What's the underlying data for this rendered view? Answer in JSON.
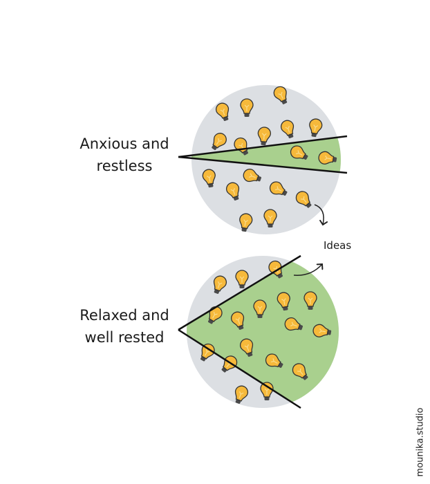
{
  "panels": [
    {
      "label_line1": "Anxious and",
      "label_line2": "restless",
      "state": "narrow focus"
    },
    {
      "label_line1": "Relaxed and",
      "label_line2": "well rested",
      "state": "wide focus"
    }
  ],
  "ideas_label": "Ideas",
  "credit": "mounika.studio",
  "colors": {
    "circle": "#dcdfe3",
    "wedge": "#a9d08e",
    "bulb": "#f6b93b",
    "outline": "#333333",
    "base": "#4a4a4a"
  }
}
